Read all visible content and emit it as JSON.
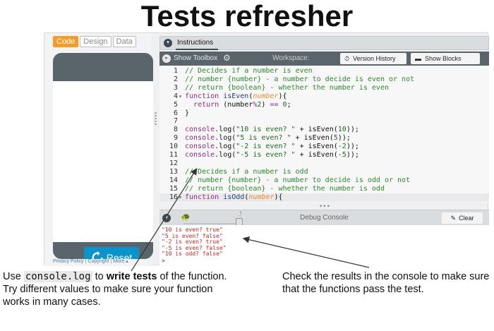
{
  "title": "Tests refresher",
  "left_panel": {
    "tabs": [
      {
        "label": "Code",
        "active": true
      },
      {
        "label": "Design",
        "active": false
      },
      {
        "label": "Data",
        "active": false
      }
    ],
    "reset_label": "Reset",
    "footer_links": [
      "Privacy Policy",
      "Copyright",
      "More"
    ]
  },
  "instructions_label": "Instructions",
  "toolbar": {
    "show_toolbox": "Show Toolbox",
    "workspace_label": "Workspace:",
    "version_history": "Version History",
    "show_blocks": "Show Blocks"
  },
  "code_lines": [
    {
      "n": "1",
      "html": "<span class=\"c-comment\">// Decides if a number is even</span>"
    },
    {
      "n": "2",
      "html": "<span class=\"c-comment\">// number {number} - a number to decide is even or not</span>"
    },
    {
      "n": "3",
      "html": "<span class=\"c-comment\">// return {boolean} - whether the number is even</span>"
    },
    {
      "n": "4",
      "fold": true,
      "html": "<span class=\"c-kw\">function</span> <span class=\"c-fn\">isEven</span>(<span class=\"c-param\">number</span>){"
    },
    {
      "n": "5",
      "html": "  <span class=\"c-kw\">return</span> (number<span class=\"c-op\">%</span><span class=\"c-num\">2</span>) <span class=\"c-op\">==</span> <span class=\"c-num\">0</span>;"
    },
    {
      "n": "6",
      "html": "}"
    },
    {
      "n": "7",
      "html": ""
    },
    {
      "n": "8",
      "html": "<span class=\"c-kw\">console</span>.log(<span class=\"c-str\">\"10 is even? \"</span> + isEven(<span class=\"c-num\">10</span>));"
    },
    {
      "n": "9",
      "html": "<span class=\"c-kw\">console</span>.log(<span class=\"c-str\">\"5 is even? \"</span> + isEven(<span class=\"c-num\">5</span>));"
    },
    {
      "n": "10",
      "html": "<span class=\"c-kw\">console</span>.log(<span class=\"c-str\">\"-2 is even? \"</span> + isEven(<span class=\"c-num\">-2</span>));"
    },
    {
      "n": "11",
      "html": "<span class=\"c-kw\">console</span>.log(<span class=\"c-str\">\"-5 is even? \"</span> + isEven(<span class=\"c-num\">-5</span>));"
    },
    {
      "n": "12",
      "html": ""
    },
    {
      "n": "13",
      "html": "<span class=\"c-comment\">// Decides if a number is odd</span>"
    },
    {
      "n": "14",
      "html": "<span class=\"c-comment\">// number {number} - a number to decide is odd or not</span>"
    },
    {
      "n": "15",
      "html": "<span class=\"c-comment\">// return {boolean} - whether the number is odd</span>"
    },
    {
      "n": "16",
      "fold": true,
      "highlight": true,
      "html": "<span class=\"c-kw\">function</span> <span class=\"c-fn\">isOdd</span>(<span class=\"c-param\">number</span>){"
    }
  ],
  "debug_console": {
    "title": "Debug Console",
    "clear_label": "Clear",
    "output": [
      "\"10 is even? true\"",
      "\"5 is even? false\"",
      "\"-2 is even? true\"",
      "\"-5 is even? false\"",
      "\"10 is odd? false\""
    ],
    "prompt": ">"
  },
  "annotations": {
    "left": {
      "pre": "Use ",
      "code": "console.log",
      "mid": " to ",
      "bold": "write tests",
      "post": " of the function. Try different values to make sure your function works in many cases."
    },
    "right": "Check the results in the console to make sure that the functions pass the test."
  },
  "colors": {
    "accent_tab": "#f49c25",
    "reset_button": "#0a94c9",
    "console_output": "#c9251d",
    "toolbar_dark": "#5a646b"
  }
}
